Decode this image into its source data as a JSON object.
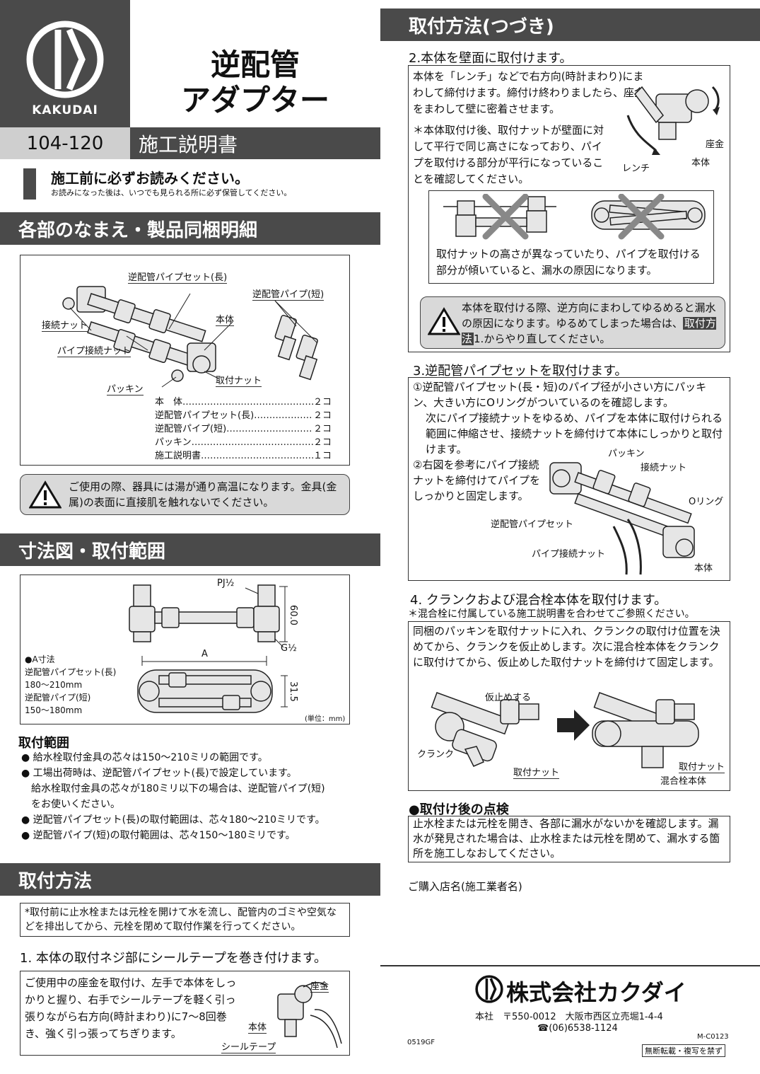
{
  "brand": {
    "name": "KAKUDAI",
    "title_line1": "逆配管",
    "title_line2": "アダプター",
    "model": "104-120",
    "doc_type": "施工説明書"
  },
  "notice": {
    "main": "施工前に必ずお読みください。",
    "sub": "お読みになった後は、いつでも見られる所に必ず保管してください。"
  },
  "sec_parts": {
    "title": "各部のなまえ・製品同梱明細",
    "labels": {
      "pipe_set_long": "逆配管パイプセット(長)",
      "pipe_short": "逆配管パイプ(短)",
      "body": "本体",
      "connect_nut": "接続ナット",
      "pipe_connect_nut": "パイプ接続ナット",
      "mount_nut": "取付ナット",
      "packing": "パッキン"
    },
    "items": [
      {
        "name": "本　体",
        "qty": "２コ"
      },
      {
        "name": "逆配管パイプセット(長)",
        "qty": "２コ"
      },
      {
        "name": "逆配管パイプ(短)",
        "qty": "２コ"
      },
      {
        "name": "パッキン",
        "qty": "２コ"
      },
      {
        "name": "施工説明書",
        "qty": "１コ"
      }
    ],
    "warning": "ご使用の際、器具には湯が通り高温になります。金具(金属)の表面に直接肌を触れないでください。"
  },
  "sec_dim": {
    "title": "寸法図・取付範囲",
    "labels": {
      "pj": "PJ½",
      "g": "G½",
      "a": "A",
      "h600": "60.0",
      "h315": "31.5",
      "unit": "(単位：mm)"
    },
    "a_title": "●A寸法",
    "a_long": "逆配管パイプセット(長)",
    "a_long_range": "180〜210mm",
    "a_short": "逆配管パイプ(短)",
    "a_short_range": "150〜180mm",
    "range_title": "取付範囲",
    "bullets": [
      "給水栓取付金具の芯々は150〜210ミリの範囲です。",
      "工場出荷時は、逆配管パイプセット(長)で設定しています。",
      "給水栓取付金具の芯々が180ミリ以下の場合は、逆配管パイプ(短)",
      "をお使いください。",
      "逆配管パイプセット(長)の取付範囲は、芯々180〜210ミリです。",
      "逆配管パイプ(短)の取付範囲は、芯々150〜180ミリです。"
    ]
  },
  "sec_install": {
    "title": "取付方法",
    "pre_note": "*取付前に止水栓または元栓を開けて水を流し、配管内のゴミや空気などを排出してから、元栓を閉めて取付作業を行ってください。",
    "step1_title": "1. 本体の取付ネジ部にシールテープを巻き付けます。",
    "step1_text": "ご使用中の座金を取付け、左手で本体をしっかりと握り、右手でシールテープを軽く引っ張りながら右方向(時計まわり)に7〜8回巻き、強く引っ張ってちぎります。",
    "step1_labels": {
      "zagane": "座金",
      "body": "本体",
      "tape": "シールテープ"
    }
  },
  "sec_cont": {
    "title": "取付方法(つづき)",
    "step2_title": "2.本体を壁面に取付けます。",
    "step2_text": "本体を「レンチ」などで右方向(時計まわり)にまわして締付けます。締付け終わりましたら、座金をまわして壁に密着させます。",
    "step2_note": "＊本体取付け後、取付ナットが壁面に対して平行で同じ高さになっており、パイプを取付ける部分が平行になっていることを確認してください。",
    "step2_labels": {
      "zagane": "座金",
      "body": "本体",
      "wrench": "レンチ"
    },
    "step2_bad": "取付ナットの高さが異なっていたり、パイプを取付ける部分が傾いていると、漏水の原因になります。",
    "step2_warn_a": "本体を取付ける際、逆方向にまわしてゆるめると漏水の原因になります。ゆるめてしまった場合は、",
    "step2_warn_hl": "取付方法",
    "step2_warn_b": "1.からやり直してください。",
    "step3_title": "3.逆配管パイプセットを取付けます。",
    "step3_p1": "①逆配管パイプセット(長・短)のパイプ径が小さい方にパッキン、大きい方にOリングがついているのを確認します。",
    "step3_p1b": "次にパイプ接続ナットをゆるめ、パイプを本体に取付けられる範囲に伸縮させ、接続ナットを締付けて本体にしっかりと取付けます。",
    "step3_p2": "②右図を参考にパイプ接続ナットを締付けてパイプをしっかりと固定します。",
    "step3_labels": {
      "packing": "パッキン",
      "connect_nut": "接続ナット",
      "oring": "Oリング",
      "pipe_set": "逆配管パイプセット",
      "pipe_nut": "パイプ接続ナット",
      "body": "本体"
    },
    "step4_title": "4. クランクおよび混合栓本体を取付けます。",
    "step4_note": "＊混合栓に付属している施工説明書を合わせてご参照ください。",
    "step4_text": "同梱のパッキンを取付ナットに入れ、クランクの取付け位置を決めてから、クランクを仮止めします。次に混合栓本体をクランクに取付けてから、仮止めした取付ナットを締付けて固定します。",
    "step4_labels": {
      "temp": "仮止めする",
      "crank": "クランク",
      "nut1": "取付ナット",
      "nut2": "取付ナット",
      "mixer": "混合栓本体"
    },
    "check_title": "●取付け後の点検",
    "check_text": "止水栓または元栓を開き、各部に漏水がないかを確認します。漏水が発見された場合は、止水栓または元栓を閉めて、漏水する箇所を施工しなおしてください。"
  },
  "footer": {
    "shop": "ご購入店名(施工業者名)",
    "company": "株式会社カクダイ",
    "address": "本社　〒550-0012　大阪市西区立売堀1-4-4",
    "tel": "(06)6538-1124",
    "code1": "M-C0123",
    "code2": "0519GF",
    "copyright": "無断転載・複写を禁ず"
  }
}
